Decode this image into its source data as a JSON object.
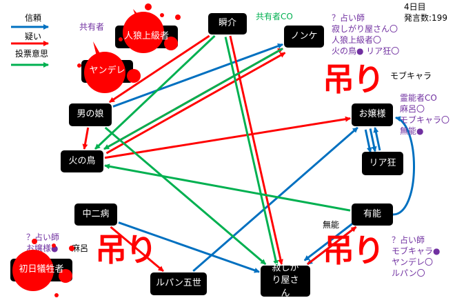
{
  "legend": [
    {
      "label": "信頼",
      "color": "#0070c0"
    },
    {
      "label": "疑い",
      "color": "#ff0000"
    },
    {
      "label": "投票意思",
      "color": "#00b050"
    }
  ],
  "info": {
    "day": "4日目",
    "count": "発言数:199"
  },
  "nodes": {
    "jinrou": "人狼上級者",
    "yandere": "ヤンデレ",
    "shunsuke": "瞬介",
    "nonke": "ノンケ",
    "otokonoko": "男の娘",
    "hinotori": "火の鳥",
    "ojousama": "お嬢様",
    "riakyo": "リア狂",
    "chuuni": "中二病",
    "yuunou": "有能",
    "shonichi": "初日犠牲者",
    "lupin": "ルパン五世",
    "sabishigari": "寂しがり屋さん"
  },
  "notes": {
    "kyouyuusha": "共有者",
    "kyouyuushaCO": "共有者CO",
    "uranai1": "？占い師\n寂しがり屋さん〇\n人狼上級者〇\n火の鳥● リア狂〇",
    "mobukyara": "モブキャラ",
    "reinou": "霊能者CO\n麻呂〇\nモブキャラ〇\n無能●",
    "uranai2": "？占い師\nお嬢様●",
    "maro": "麻呂",
    "munou": "無能",
    "uranai3": "？占い師\nモブキャラ●\nヤンデレ〇\nルパン〇"
  },
  "hanged": [
    "吊り",
    "吊り",
    "吊り"
  ],
  "colors": {
    "trust": "#0070c0",
    "doubt": "#ff0000",
    "vote": "#00b050",
    "blood": "#ff0000"
  },
  "edges": [
    {
      "from": "otokonoko",
      "to": "nonke",
      "type": "trust"
    },
    {
      "from": "chuuni",
      "to": "sabishigari",
      "type": "trust"
    },
    {
      "from": "lupin",
      "to": "ojousama",
      "type": "trust"
    },
    {
      "from": "yuunou",
      "to": "sabishigari",
      "type": "trust"
    },
    {
      "from": "yuunou",
      "to": "sabishigari",
      "type": "trust",
      "offset": 1
    },
    {
      "from": "riakyo",
      "to": "ojousama",
      "type": "trust"
    },
    {
      "from": "ojousama",
      "to": "riakyo",
      "type": "trust",
      "offset": 1
    },
    {
      "from": "ojousama",
      "to": "riakyo",
      "type": "trust",
      "offset": 2
    },
    {
      "from": "yuunou",
      "to": "ojousama",
      "type": "trust",
      "curve": true
    },
    {
      "from": "shunsuke",
      "to": "otokonoko",
      "type": "doubt"
    },
    {
      "from": "shunsuke",
      "to": "sabishigari",
      "type": "doubt"
    },
    {
      "from": "hinotori",
      "to": "nonke",
      "type": "doubt"
    },
    {
      "from": "hinotori",
      "to": "nonke",
      "type": "doubt",
      "offset": 1
    },
    {
      "from": "hinotori",
      "to": "ojousama",
      "type": "doubt"
    },
    {
      "from": "otokonoko",
      "to": "hinotori",
      "type": "doubt"
    },
    {
      "from": "chuuni",
      "to": "lupin",
      "type": "doubt"
    },
    {
      "from": "sabishigari",
      "to": "yuunou",
      "type": "doubt"
    },
    {
      "from": "shunsuke",
      "to": "hinotori",
      "type": "vote"
    },
    {
      "from": "nonke",
      "to": "hinotori",
      "type": "vote"
    },
    {
      "from": "otokonoko",
      "to": "sabishigari",
      "type": "vote"
    },
    {
      "from": "yuunou",
      "to": "hinotori",
      "type": "vote"
    },
    {
      "from": "shunsuke",
      "to": "sabishigari",
      "type": "vote",
      "offset": 1
    }
  ]
}
